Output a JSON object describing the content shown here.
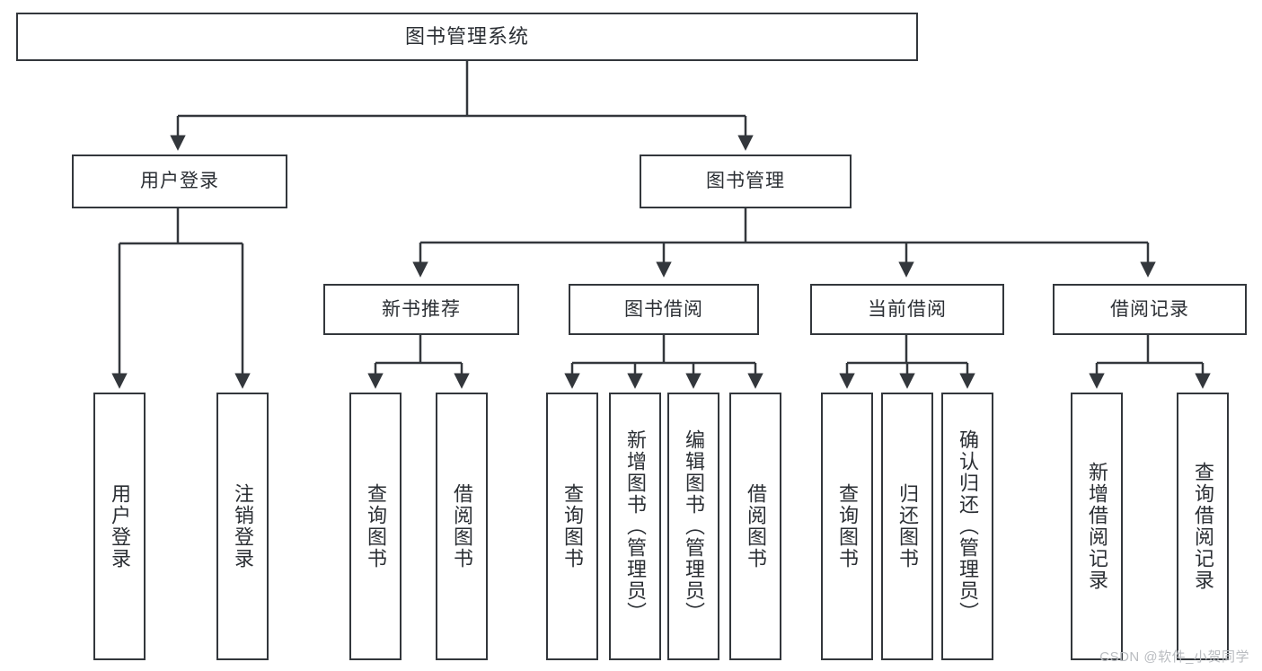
{
  "diagram": {
    "type": "tree-hierarchy",
    "title": "图书管理系统",
    "root": {
      "id": "root",
      "label": "图书管理系统"
    },
    "level1": [
      {
        "id": "user-login",
        "label": "用户登录"
      },
      {
        "id": "book-manage",
        "label": "图书管理"
      }
    ],
    "level2": [
      {
        "id": "new-book-rec",
        "label": "新书推荐",
        "parent": "book-manage"
      },
      {
        "id": "book-borrow",
        "label": "图书借阅",
        "parent": "book-manage"
      },
      {
        "id": "current-borrow",
        "label": "当前借阅",
        "parent": "book-manage"
      },
      {
        "id": "borrow-record",
        "label": "借阅记录",
        "parent": "book-manage"
      }
    ],
    "leaves": {
      "user_login": [
        {
          "id": "leaf-user-login",
          "label": "用户登录"
        },
        {
          "id": "leaf-logout",
          "label": "注销登录"
        }
      ],
      "new_book_rec": [
        {
          "id": "leaf-query-book-1",
          "label": "查询图书"
        },
        {
          "id": "leaf-borrow-book-1",
          "label": "借阅图书"
        }
      ],
      "book_borrow": [
        {
          "id": "leaf-query-book-2",
          "label": "查询图书"
        },
        {
          "id": "leaf-add-book",
          "label": "新增图书（管理员）"
        },
        {
          "id": "leaf-edit-book",
          "label": "编辑图书（管理员）"
        },
        {
          "id": "leaf-borrow-book-2",
          "label": "借阅图书"
        }
      ],
      "current_borrow": [
        {
          "id": "leaf-query-book-3",
          "label": "查询图书"
        },
        {
          "id": "leaf-return-book",
          "label": "归还图书"
        },
        {
          "id": "leaf-confirm-return",
          "label": "确认归还（管理员）"
        }
      ],
      "borrow_record": [
        {
          "id": "leaf-add-record",
          "label": "新增借阅记录"
        },
        {
          "id": "leaf-query-record",
          "label": "查询借阅记录"
        }
      ]
    }
  },
  "watermark": {
    "text": "CSDN @软件_小贺同学"
  },
  "colors": {
    "stroke": "#33373c",
    "text": "#2b2f34",
    "background": "#ffffff",
    "watermark": "#b9bcc0"
  }
}
